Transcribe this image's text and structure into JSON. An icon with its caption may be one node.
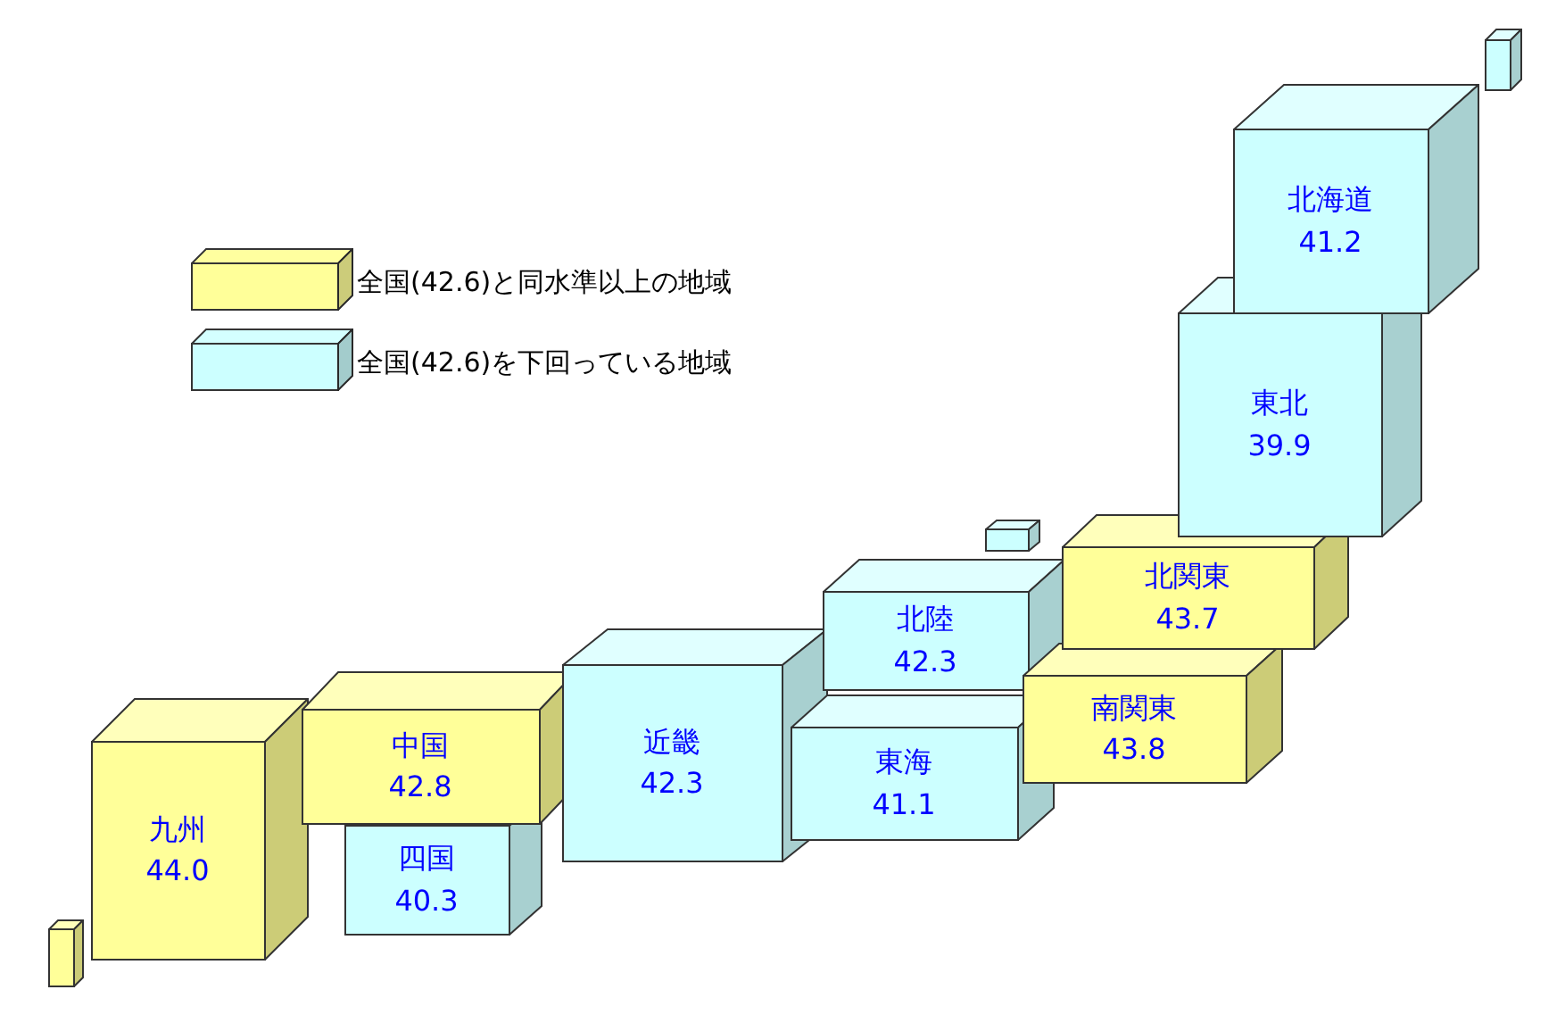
{
  "diagram": {
    "nodes": [
      {
        "text": [],
        "shape": "box"
      },
      {
        "text": [
          "北海道",
          "41.2"
        ]
      },
      {
        "text": [
          "東北",
          "39.9"
        ]
      },
      {
        "text": [],
        "shape": "box"
      },
      {
        "text": [
          "北関東",
          "43.7"
        ]
      },
      {
        "text": [
          "北陸",
          "42.3"
        ]
      },
      {
        "text": [
          "南関東",
          "43.8"
        ]
      },
      {
        "text": [
          "近畿",
          "42.3"
        ]
      },
      {
        "text": [
          "中国",
          "42.8"
        ]
      },
      {
        "text": [
          "東海",
          "41.1"
        ]
      },
      {
        "text": [
          "九州",
          "44.0"
        ]
      },
      {
        "text": [
          "四国",
          "40.3"
        ]
      },
      {
        "text": [],
        "shape": "box"
      }
    ],
    "legend": [
      {
        "text": "全国(42.6)と同水準以上の地域",
        "color": "#ffff99"
      },
      {
        "text": "全国(42.6)を下回っている地域",
        "color": "#ccffff"
      }
    ]
  }
}
